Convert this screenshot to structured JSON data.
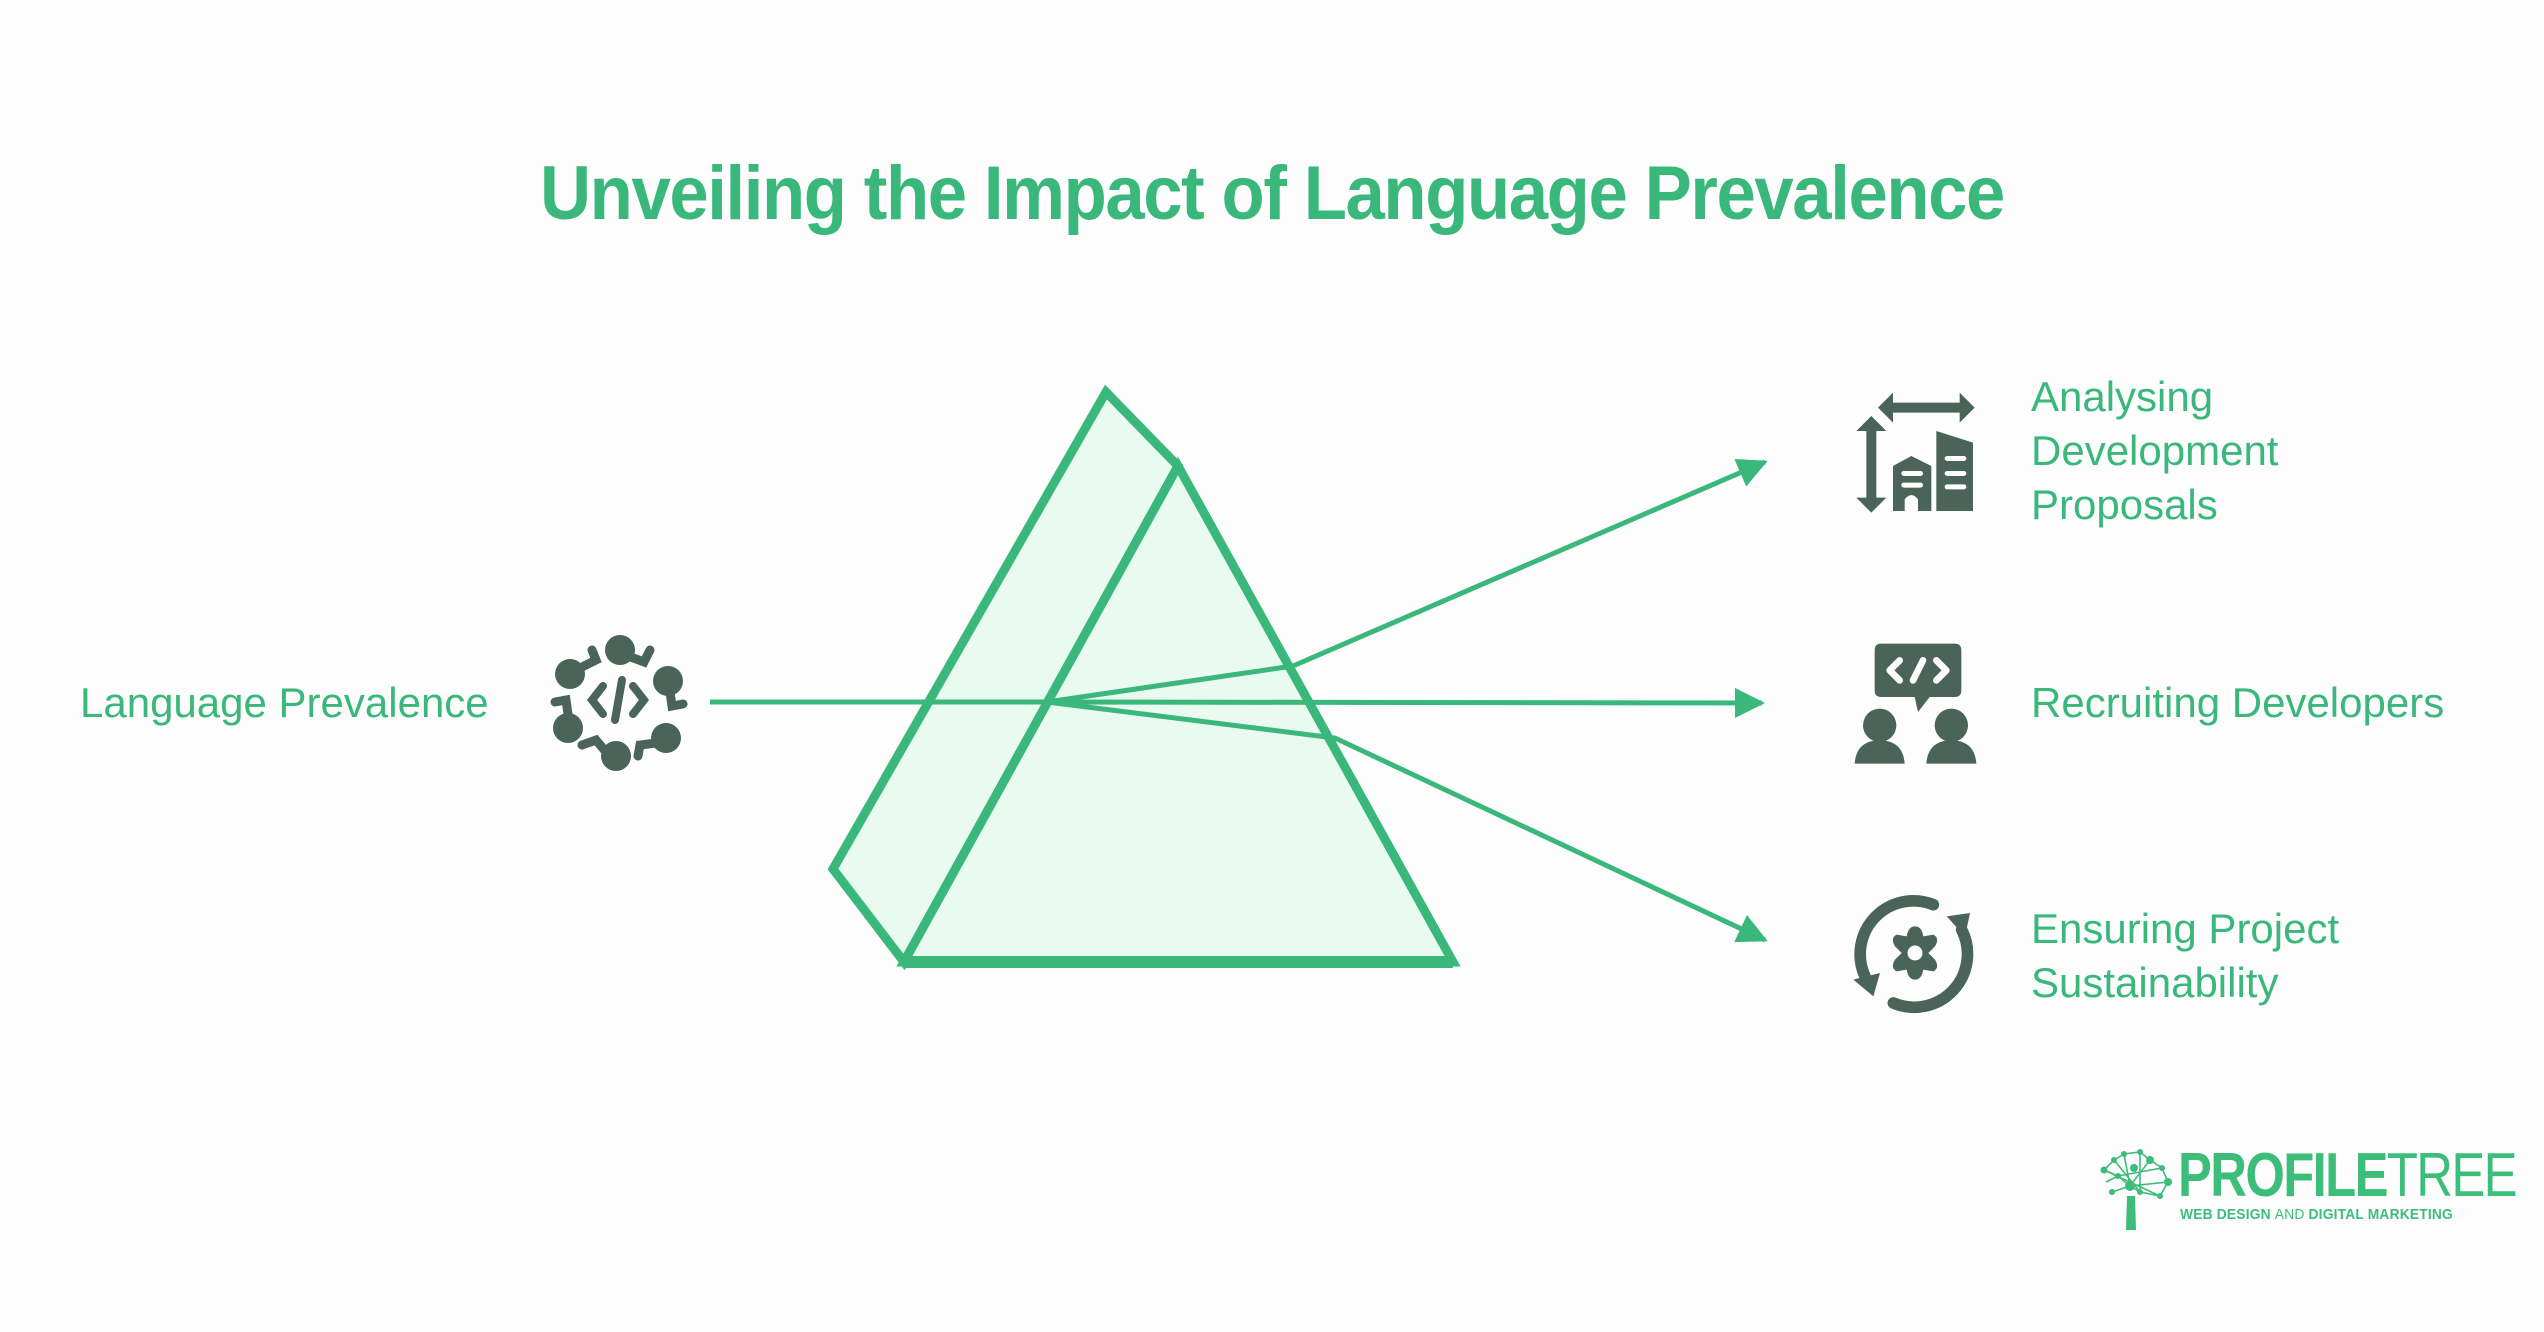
{
  "title": "Unveiling the Impact of Language Prevalence",
  "input": {
    "label": "Language Prevalence",
    "icon": "code-network-icon"
  },
  "outputs": [
    {
      "lines": [
        "Analysing",
        "Development",
        "Proposals"
      ],
      "icon": "building-dimensions-icon"
    },
    {
      "lines": [
        "Recruiting Developers"
      ],
      "icon": "developers-chat-icon"
    },
    {
      "lines": [
        "Ensuring Project",
        "Sustainability"
      ],
      "icon": "gear-cycle-icon"
    }
  ],
  "logo": {
    "word_bold": "PROFILE",
    "word_thin": "TREE",
    "tagline_1": "WEB DESIGN ",
    "tagline_2": "AND",
    "tagline_3": " DIGITAL MARKETING"
  },
  "colors": {
    "accent": "#3ab77a",
    "prism_fill": "#e9faf1",
    "icon": "#4b6459",
    "background": "#fdfdfd"
  }
}
